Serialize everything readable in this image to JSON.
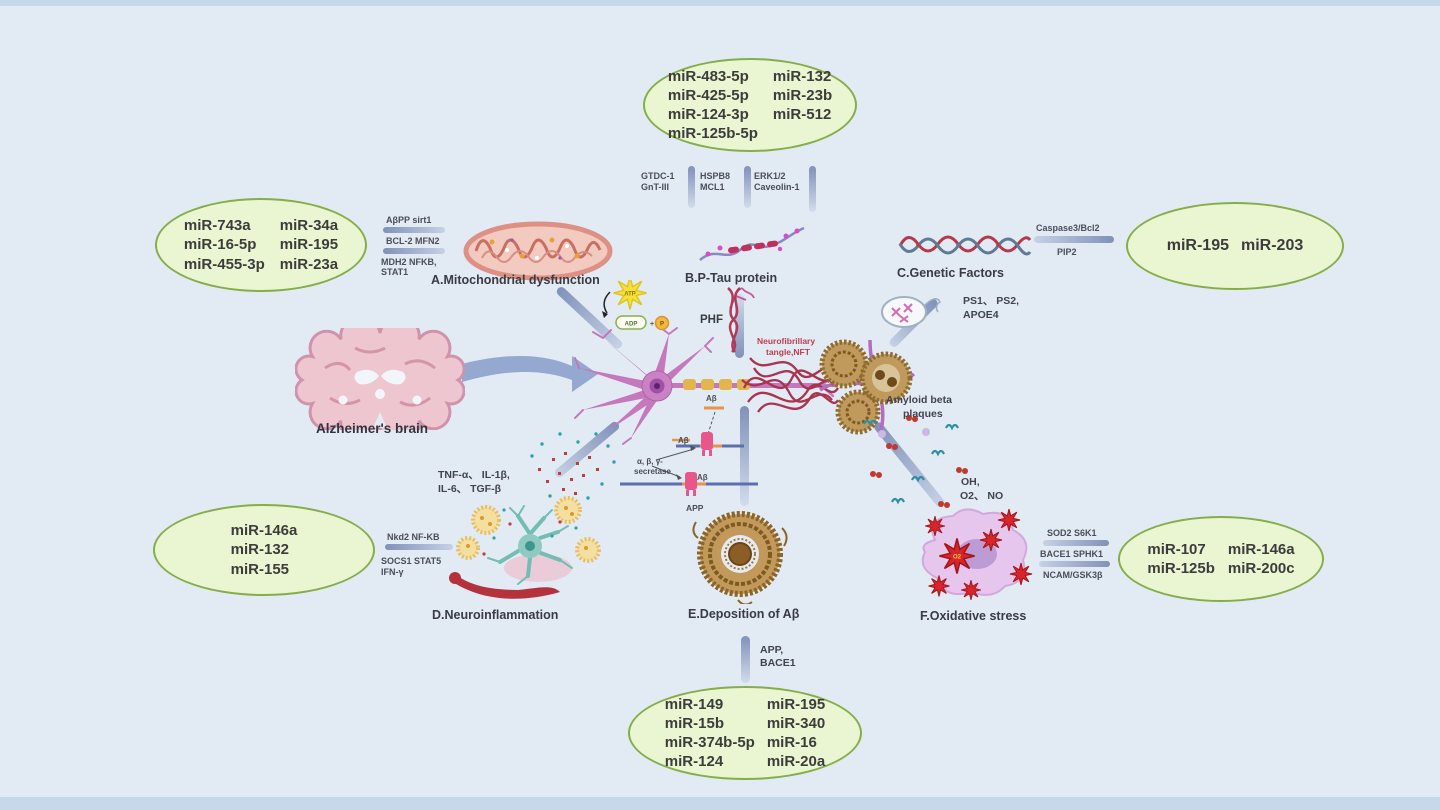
{
  "colors": {
    "background": "#e2ebf4",
    "oval_fill": "#eaf6d2",
    "oval_border": "#85ad49",
    "arrow": "#687aaa",
    "nft_text": "#c23b4e"
  },
  "brain": {
    "label": "Alzheimer's brain"
  },
  "center": {
    "phf": "PHF",
    "nft_line1": "Neurofibrillary",
    "nft_line2": "tangle,NFT",
    "amyloid_line1": "Amyloid beta",
    "amyloid_line2": "plaques",
    "atp": "ATP",
    "adp": "ADP",
    "plus": "+",
    "p_label": "P",
    "o2": "O2",
    "abeta": "Aβ",
    "secretase_line1": "α, β, γ-",
    "secretase_line2": "secretase",
    "app": "APP"
  },
  "sections": {
    "a": {
      "label": "A.Mitochondrial dysfunction",
      "path1": "AβPP sirt1",
      "path2": "BCL-2 MFN2",
      "path3_line1": "MDH2 NFKB,",
      "path3_line2": "STAT1",
      "mirnas_col1": [
        "miR-743a",
        "miR-16-5p",
        "miR-455-3p"
      ],
      "mirnas_col2": [
        "miR-34a",
        "miR-195",
        "miR-23a"
      ]
    },
    "b": {
      "label": "B.P-Tau protein",
      "path1_line1": "GTDC-1",
      "path1_line2": "GnT-III",
      "path2_line1": "HSPB8",
      "path2_line2": "MCL1",
      "path3_line1": "ERK1/2",
      "path3_line2": "Caveolin-1",
      "mirnas_col1": [
        "miR-483-5p",
        "miR-425-5p",
        "miR-124-3p",
        "miR-125b-5p"
      ],
      "mirnas_col2": [
        "miR-132",
        "miR-23b",
        "miR-512"
      ]
    },
    "c": {
      "label": "C.Genetic Factors",
      "path_up": "Caspase3/Bcl2",
      "path_down": "PIP2",
      "genes_line1": "PS1、 PS2,",
      "genes_line2": "APOE4",
      "mirna_1": "miR-195",
      "mirna_2": "miR-203"
    },
    "d": {
      "label": "D.Neuroinflammation",
      "path1": "Nkd2  NF-KB",
      "path2_line1": "SOCS1 STAT5",
      "path2_line2": "IFN-γ",
      "cytokines_line1": "TNF-α、 IL-1β,",
      "cytokines_line2": "IL-6、 TGF-β",
      "mirnas": [
        "miR-146a",
        "miR-132",
        "miR-155"
      ]
    },
    "e": {
      "label": "E.Deposition of Aβ",
      "path_line1": "APP,",
      "path_line2": "BACE1",
      "mirnas_col1": [
        "miR-149",
        "miR-15b",
        "miR-374b-5p",
        "miR-124"
      ],
      "mirnas_col2": [
        "miR-195",
        "miR-340",
        "miR-16",
        "miR-20a"
      ]
    },
    "f": {
      "label": "F.Oxidative stress",
      "path1": "SOD2 S6K1",
      "path2": "BACE1 SPHK1",
      "path3": "NCAM/GSK3β",
      "radicals_line1": "OH,",
      "radicals_line2": "O2、 NO",
      "mirnas_col1": [
        "miR-107",
        "miR-125b"
      ],
      "mirnas_col2": [
        "miR-146a",
        "miR-200c"
      ]
    }
  }
}
